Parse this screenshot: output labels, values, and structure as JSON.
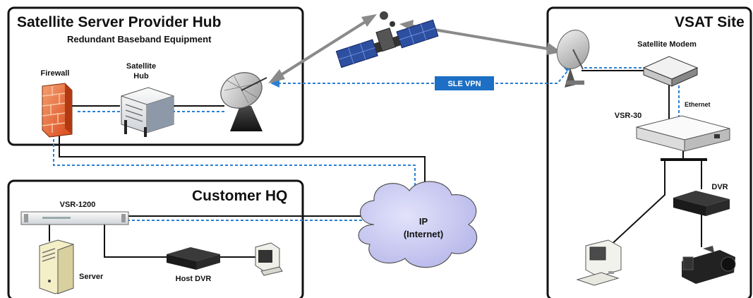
{
  "panels": {
    "provider_hub": {
      "title": "Satellite Server Provider Hub",
      "subtitle": "Redundant Baseband Equipment"
    },
    "customer_hq": {
      "title": "Customer HQ"
    },
    "vsat_site": {
      "title": "VSAT Site"
    }
  },
  "labels": {
    "firewall": "Firewall",
    "satellite_hub_line1": "Satellite",
    "satellite_hub_line2": "Hub",
    "satellite_modem": "Satellite Modem",
    "ethernet": "Ethernet",
    "vsr30": "VSR-30",
    "dvr": "DVR",
    "vsr1200": "VSR-1200",
    "server": "Server",
    "host_dvr": "Host DVR",
    "ip_line1": "IP",
    "ip_line2": "(Internet)",
    "sle_vpn": "SLE VPN"
  },
  "colors": {
    "panel_border": "#111111",
    "vpn_dash": "#2a7fd4",
    "vpn_badge": "#1c6fc4",
    "cloud_fill": "#c7c7f0",
    "firewall": "#e8662a",
    "satellite_panel": "#2c4fa0",
    "link_arrow": "#8c8c8c"
  }
}
